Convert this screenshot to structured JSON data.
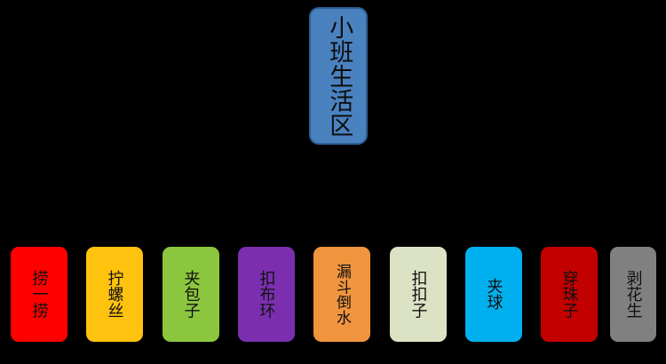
{
  "diagram": {
    "type": "tree",
    "orientation": "top-down",
    "background_color": "#000000",
    "connector_color": "#000000",
    "root": {
      "label": "小班生活区",
      "fill_color": "#4a82c0",
      "border_color": "#2f5f93",
      "text_color": "#0d0d0d",
      "text_orientation": "vertical"
    },
    "children": [
      {
        "label": "捞一捞",
        "fill_color": "#ff0000",
        "text_color": "#101010"
      },
      {
        "label": "拧螺丝",
        "fill_color": "#ffc20e",
        "text_color": "#101010"
      },
      {
        "label": "夹包子",
        "fill_color": "#8cc63e",
        "text_color": "#101010"
      },
      {
        "label": "扣布环",
        "fill_color": "#7b2fae",
        "text_color": "#101010"
      },
      {
        "label": "漏斗倒水",
        "fill_color": "#f0943e",
        "text_color": "#101010"
      },
      {
        "label": "扣扣子",
        "fill_color": "#dce3c4",
        "text_color": "#101010"
      },
      {
        "label": "夹球",
        "fill_color": "#00b0ee",
        "text_color": "#101010"
      },
      {
        "label": "穿珠子",
        "fill_color": "#c20000",
        "text_color": "#101010"
      },
      {
        "label": "剥花生",
        "fill_color": "#808080",
        "text_color": "#101010"
      }
    ]
  }
}
